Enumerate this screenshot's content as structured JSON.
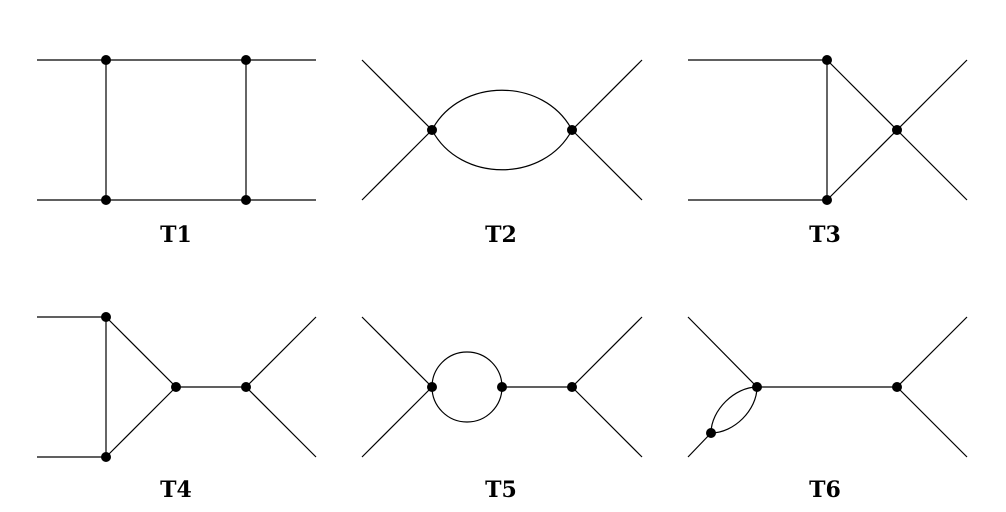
{
  "diagrams": [
    {
      "label": "T1"
    },
    {
      "label": "T2"
    },
    {
      "label": "T3"
    },
    {
      "label": "T4"
    },
    {
      "label": "T5"
    },
    {
      "label": "T6"
    }
  ]
}
